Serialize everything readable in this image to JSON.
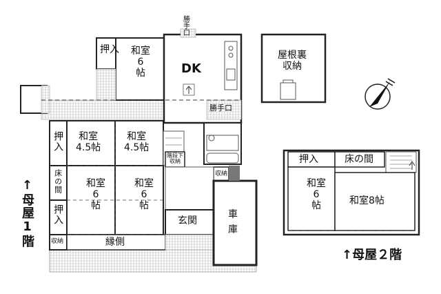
{
  "floor1": {
    "caption": "↑母屋1階",
    "rooms": {
      "oshiire_top": "押入",
      "washitsu_top": "和室\n6\n帖",
      "dk": "DK",
      "katteguchi_top": "勝\n手\n口",
      "katteguchi_side": "勝手口",
      "room_45a": "和室\n4.5帖",
      "room_45b": "和室\n4.5帖",
      "oshiire_left": "押入",
      "tokonoma_left": "床の間",
      "oshiire_left2": "押入",
      "shuno_left": "収納",
      "room_6a": "和室\n6\n帖",
      "room_6b": "和室\n6\n帖",
      "engawa": "縁側",
      "kaidan_shuno": "階段下\n収納",
      "shuno_small": "収納",
      "genkan": "玄関",
      "garage": "車\n庫"
    }
  },
  "attic": {
    "label": "屋根裏\n収納"
  },
  "floor2": {
    "caption": "↑母屋２階",
    "rooms": {
      "oshiire": "押入",
      "tokonoma": "床の間",
      "room_6": "和室\n6\n帖",
      "room_8": "和室8帖"
    }
  },
  "compass": {
    "icon": "north-arrow-icon"
  }
}
